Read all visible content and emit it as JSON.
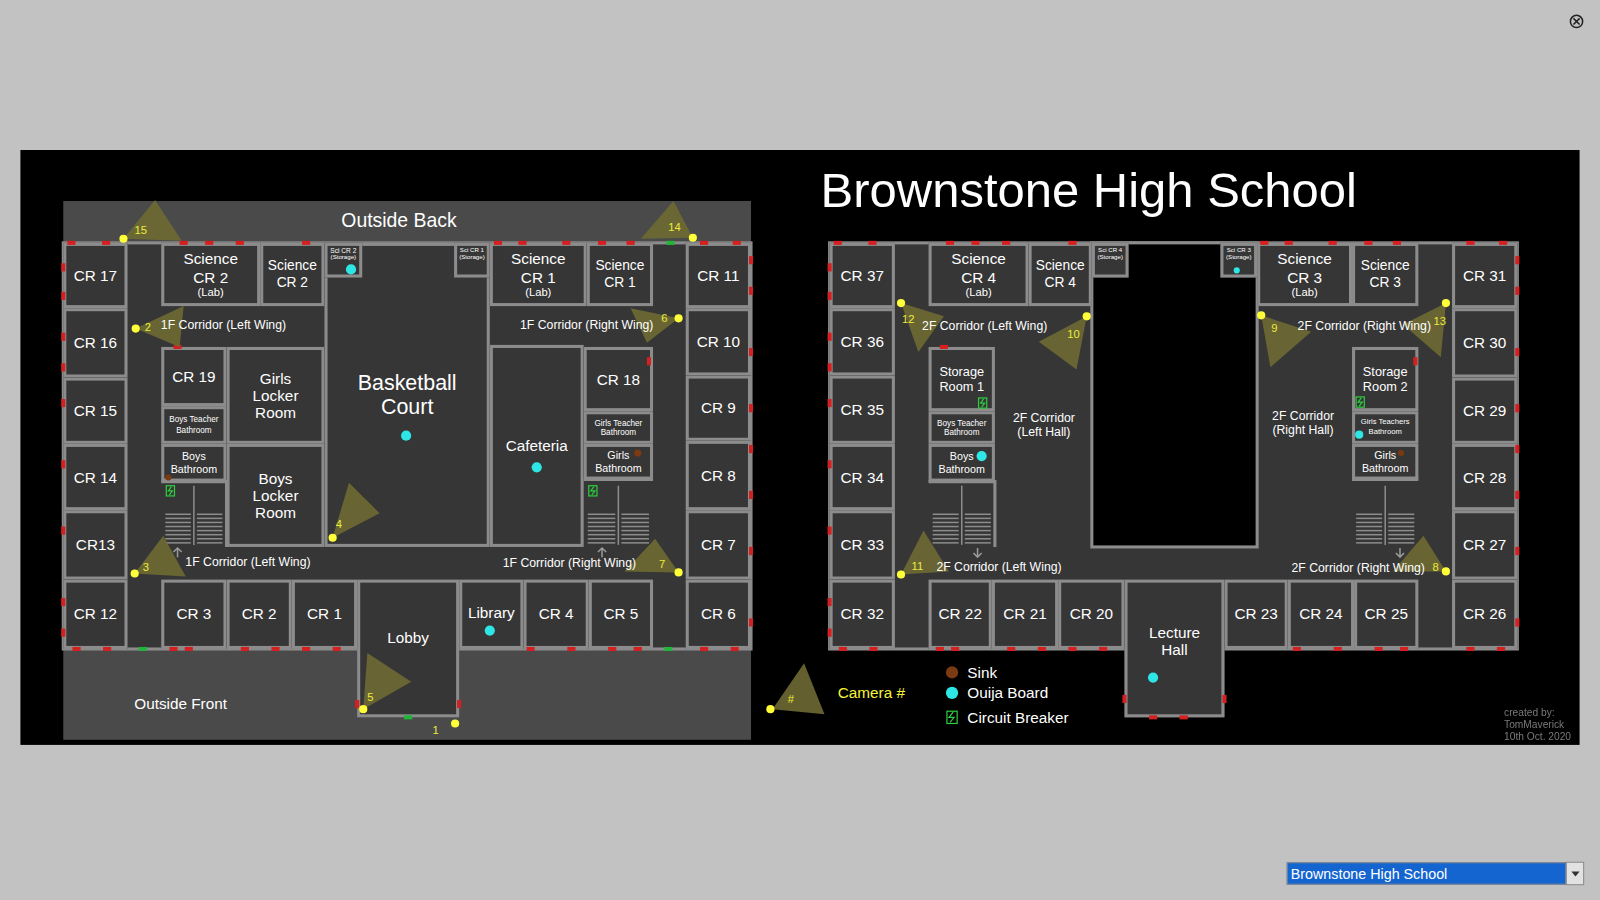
{
  "diagram": {
    "title": "Brownstone High School",
    "nodes": [
      {
        "text": [
          "CR 17"
        ]
      },
      {
        "text": [
          "Science CR 2",
          "(Lab)"
        ]
      },
      {
        "text": [
          "Science CR 2"
        ]
      },
      {
        "text": [
          "Basketball Court"
        ]
      },
      {
        "text": [
          "Sci CR 2",
          "(Storage)"
        ],
        "in": 3
      },
      {
        "text": [
          "Sci CR 1",
          "(Storage)"
        ],
        "in": 3
      },
      {
        "text": [
          "Science CR 1",
          "(Lab)"
        ]
      },
      {
        "text": [
          "Science CR 1"
        ]
      },
      {
        "text": [
          "CR 11"
        ]
      },
      {
        "text": [
          "CR 16"
        ]
      },
      {
        "text": [
          "CR 10"
        ]
      },
      {
        "text": [
          "CR 19"
        ]
      },
      {
        "text": [
          "Girls Locker Room"
        ]
      },
      {
        "text": [
          "Cafeteria"
        ]
      },
      {
        "text": [
          "CR 18"
        ]
      },
      {
        "text": [
          "CR 15"
        ]
      },
      {
        "text": [
          "CR 9"
        ]
      },
      {
        "text": [
          "Boys Teacher Bathroom"
        ]
      },
      {
        "text": [
          "Girls Teacher Bathroom"
        ]
      },
      {
        "text": [
          "Girls Bathroom"
        ]
      },
      {
        "text": [
          "Boys Bathroom"
        ]
      },
      {
        "text": [
          "CR 14"
        ]
      },
      {
        "text": [
          "CR 8"
        ]
      },
      {
        "text": [
          "Boys Locker Room"
        ]
      },
      {
        "text": [
          "CR13"
        ]
      },
      {
        "text": [
          "CR 7"
        ]
      },
      {
        "text": [
          "CR 12"
        ]
      },
      {
        "text": [
          "CR 3"
        ]
      },
      {
        "text": [
          "CR 2"
        ]
      },
      {
        "text": [
          "CR 1"
        ]
      },
      {
        "text": [
          "Lobby"
        ]
      },
      {
        "text": [
          "Library"
        ]
      },
      {
        "text": [
          "CR 4"
        ]
      },
      {
        "text": [
          "CR 5"
        ]
      },
      {
        "text": [
          "CR 6"
        ]
      },
      {
        "text": [
          "CR 37"
        ]
      },
      {
        "text": [
          "Science CR 4",
          "(Lab)"
        ]
      },
      {
        "text": [
          "Science CR 4"
        ]
      },
      {
        "text": [
          "Sci CR 4",
          "(Storage)"
        ]
      },
      {
        "text": [
          "Sci CR 3",
          "(Storage)"
        ]
      },
      {
        "text": [
          "Science CR 3",
          "(Lab)"
        ]
      },
      {
        "text": [
          "Science CR 3"
        ]
      },
      {
        "text": [
          "CR 31"
        ]
      },
      {
        "text": [
          "CR 36"
        ]
      },
      {
        "text": [
          "CR 30"
        ]
      },
      {
        "text": [
          "Storage Room 1"
        ]
      },
      {
        "text": [
          "Storage Room 2"
        ]
      },
      {
        "text": [
          "CR 35"
        ]
      },
      {
        "text": [
          "CR 29"
        ]
      },
      {
        "text": [
          "Boys Teacher Bathroom"
        ]
      },
      {
        "text": [
          "Girls Teachers Bathroom"
        ]
      },
      {
        "text": [
          "Boys Bathroom"
        ]
      },
      {
        "text": [
          "Girls Bathroom"
        ]
      },
      {
        "text": [
          "CR 34"
        ]
      },
      {
        "text": [
          "CR 28"
        ]
      },
      {
        "text": [
          "CR 33"
        ]
      },
      {
        "text": [
          "CR 27"
        ]
      },
      {
        "text": [
          "CR 32"
        ]
      },
      {
        "text": [
          "CR 22"
        ]
      },
      {
        "text": [
          "CR 21"
        ]
      },
      {
        "text": [
          "CR 20"
        ]
      },
      {
        "text": [
          "Lecture Hall"
        ]
      },
      {
        "text": [
          "CR 23"
        ]
      },
      {
        "text": [
          "CR 24"
        ]
      },
      {
        "text": [
          "CR 25"
        ]
      },
      {
        "text": [
          "CR 26"
        ]
      },
      {
        "text": [
          "Brownstone High School"
        ]
      }
    ],
    "labels": [
      "Outside Back",
      "Outside Front",
      "1F Corridor (Left Wing)",
      "1F Corridor (Right Wing)",
      "1F Corridor (Left Wing)",
      "1F Corridor (Right Wing)",
      "2F Corridor (Left Wing)",
      "2F Corridor (Right Wing)",
      "2F Corridor (Left Hall)",
      "2F Corridor (Right Hall)",
      "2F Corridor (Left Wing)",
      "2F Corridor (Right Wing)",
      "15",
      "14",
      "2",
      "6",
      "4",
      "3",
      "7",
      "5",
      "1",
      "12",
      "10",
      "9",
      "13",
      "11",
      "8",
      "#",
      "created by: TomMaverick 10th Oct. 2020"
    ],
    "legend": [
      {
        "text": "Camera #"
      },
      {
        "text": "Sink",
        "color": "#7a3b12"
      },
      {
        "text": "Ouija Board",
        "color": "#2ee6e6"
      },
      {
        "text": "Circuit Breaker"
      }
    ]
  }
}
